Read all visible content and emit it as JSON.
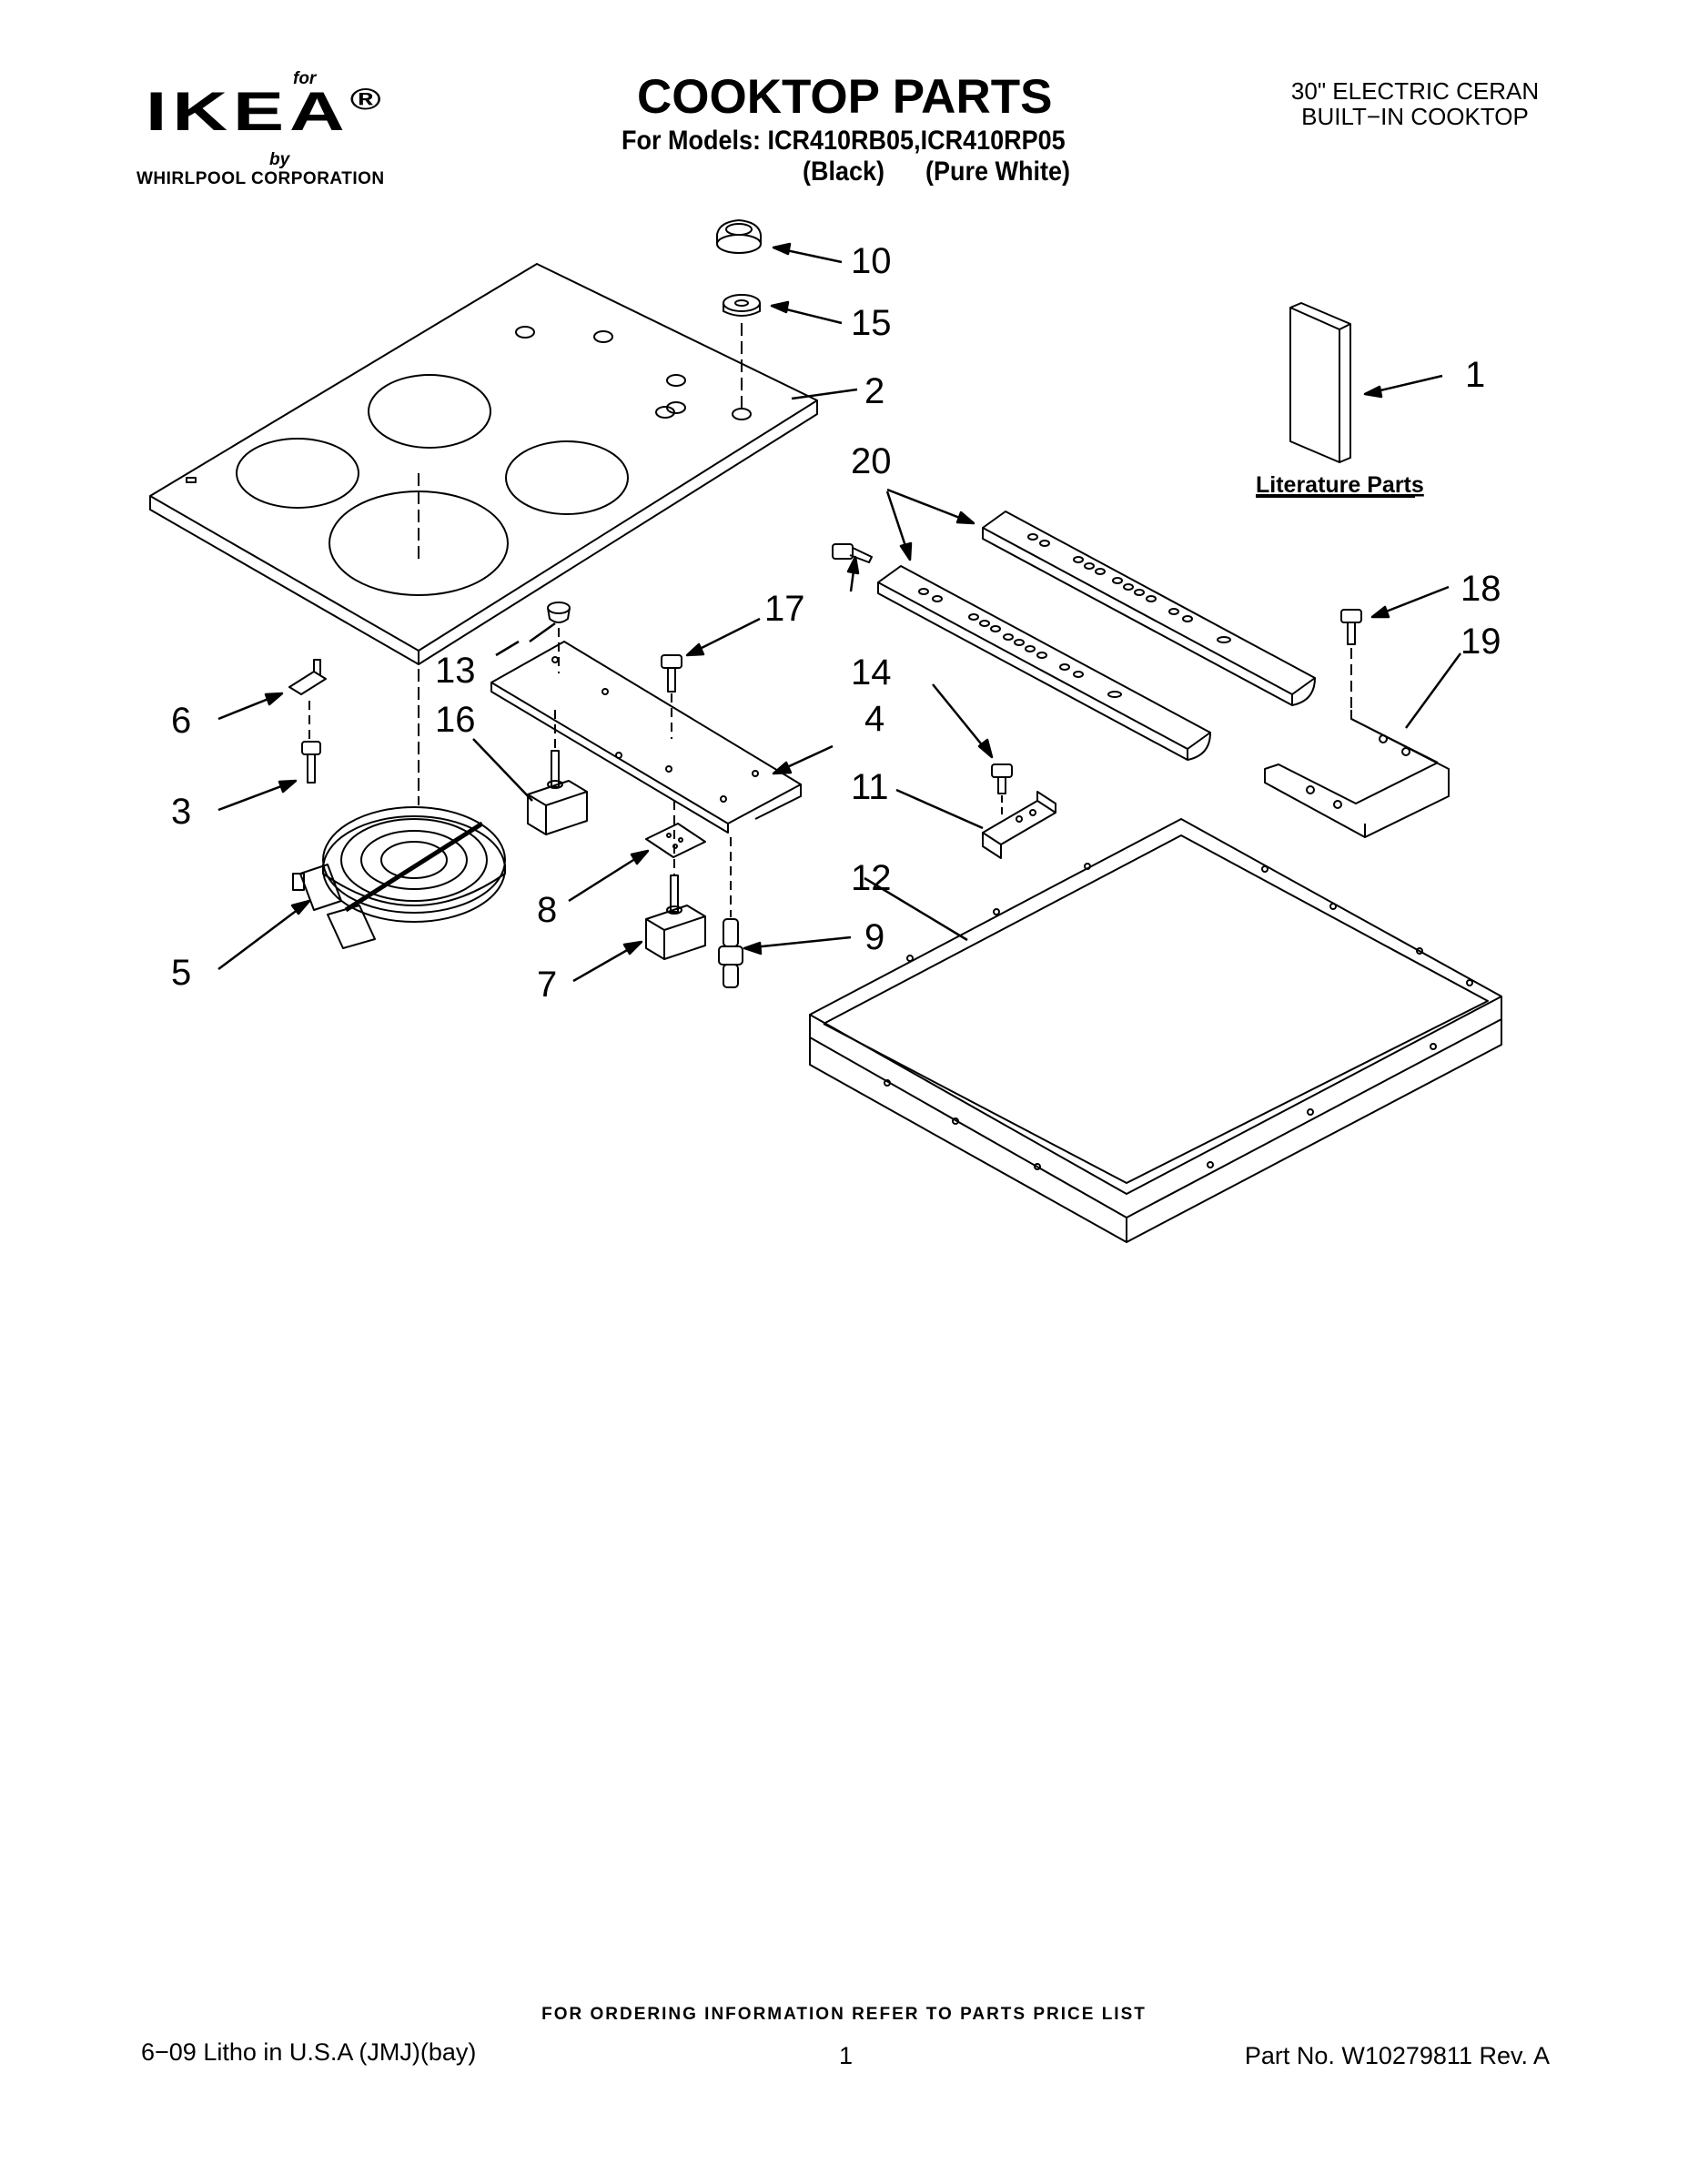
{
  "header": {
    "logo_for": "for",
    "logo_brand": "IKEA",
    "logo_reg": "®",
    "logo_by": "by",
    "logo_corp": "WHIRLPOOL CORPORATION",
    "title": "COOKTOP PARTS",
    "models": "For Models: ICR410RB05,ICR410RP05",
    "colors": "(Black)      (Pure White)",
    "product_line1": "30\" ELECTRIC CERAN",
    "product_line2": "BUILT−IN COOKTOP"
  },
  "diagram": {
    "literature_label": "Literature Parts",
    "callouts": [
      "1",
      "2",
      "3",
      "4",
      "5",
      "6",
      "7",
      "8",
      "9",
      "10",
      "11",
      "12",
      "13",
      "14",
      "15",
      "16",
      "17",
      "18",
      "19",
      "20"
    ]
  },
  "footer": {
    "ordering_info": "FOR ORDERING INFORMATION REFER TO PARTS PRICE LIST",
    "litho": "6−09 Litho in U.S.A (JMJ)(bay)",
    "page": "1",
    "part_no": "Part No. W10279811 Rev. A"
  }
}
